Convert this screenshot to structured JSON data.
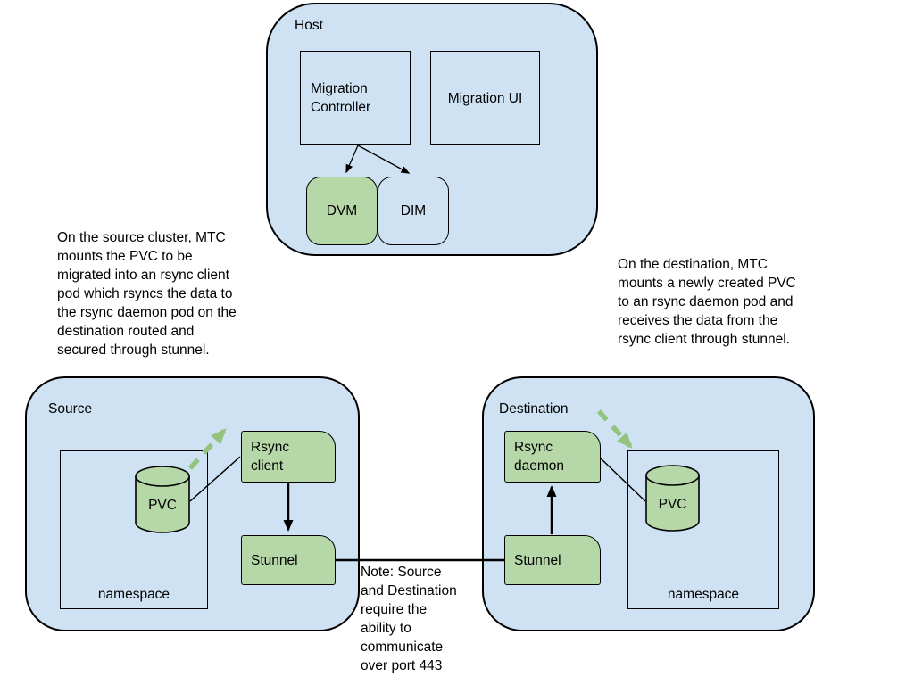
{
  "host": {
    "label": "Host",
    "migration_controller_label": "Migration\nController",
    "migration_ui_label": "Migration UI",
    "dvm_label": "DVM",
    "dim_label": "DIM"
  },
  "source": {
    "label": "Source",
    "namespace_label": "namespace",
    "pvc_label": "PVC",
    "rsync_client_label": "Rsync\nclient",
    "stunnel_label": "Stunnel"
  },
  "destination": {
    "label": "Destination",
    "namespace_label": "namespace",
    "pvc_label": "PVC",
    "rsync_daemon_label": "Rsync\ndaemon",
    "stunnel_label": "Stunnel"
  },
  "annotations": {
    "source_note": "On the source cluster, MTC\nmounts the PVC to be\nmigrated into an rsync client\npod which rsyncs the data to\nthe rsync daemon pod on the\ndestination routed and\nsecured through stunnel.",
    "destination_note": "On the destination, MTC\nmounts a newly created PVC\nto an rsync daemon pod and\nreceives the data from the\nrsync client through stunnel.",
    "port_note": "Note: Source\nand Destination\nrequire the\nability to\ncommunicate\nover port 443"
  },
  "colors": {
    "container_fill": "#cfe2f3",
    "green_fill": "#b6d7a8",
    "dashed_arrow_green": "#93c47d",
    "line_black": "#000000"
  }
}
